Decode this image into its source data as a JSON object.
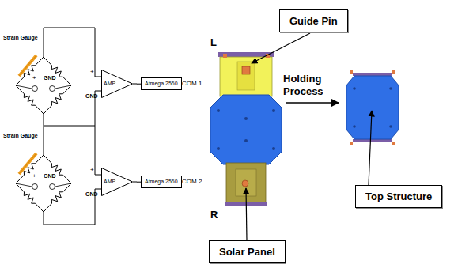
{
  "diagram": {
    "nodes": [
      {
        "text": [
          "AMP"
        ]
      },
      {
        "text": [
          "Atmega 2560"
        ]
      },
      {
        "text": [
          "AMP"
        ]
      },
      {
        "text": [
          "Atmega 2560"
        ]
      },
      {
        "text": [
          "Guide Pin"
        ]
      },
      {
        "text": [
          "Solar Panel"
        ]
      },
      {
        "text": [
          "Top Structure"
        ]
      }
    ],
    "edges": [
      {
        "from": 0,
        "to": 1,
        "arrow": "none"
      },
      {
        "from": 2,
        "to": 3,
        "arrow": "none"
      }
    ],
    "labels": [
      "Strain Gauge",
      "+",
      "GND",
      "+",
      "GND",
      "COM 1",
      "Strain Gauge",
      "+",
      "GND",
      "+",
      "GND",
      "COM 2",
      "L",
      "Holding Process",
      "R"
    ]
  }
}
